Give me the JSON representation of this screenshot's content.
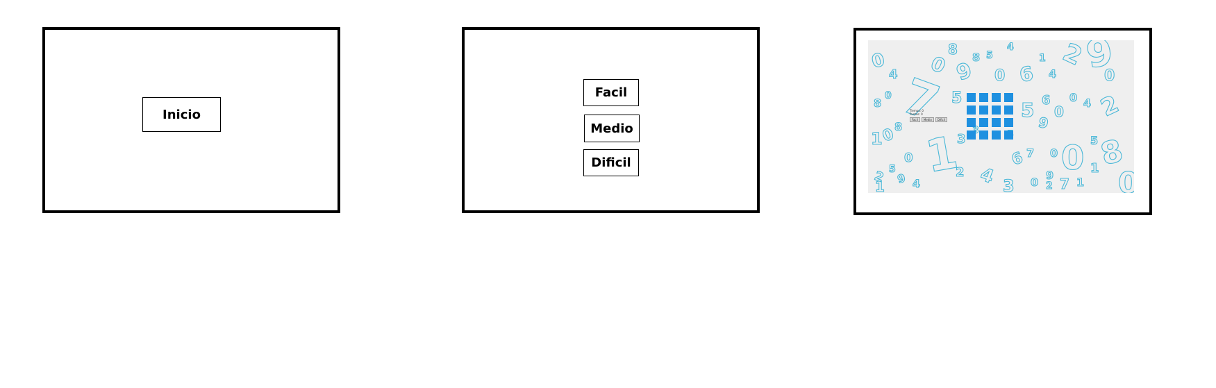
{
  "screens": {
    "start": {
      "inicio_label": "Inicio"
    },
    "level_select": {
      "facil_label": "Facil",
      "medio_label": "Medio",
      "dificil_label": "Dificil"
    },
    "game": {
      "panel_line1": "Tiempo: 0",
      "panel_line2": "Puntos: 0",
      "mini_buttons": [
        "Facil",
        "Medio",
        "Dificil"
      ],
      "grid_rows": 4,
      "grid_cols": 4,
      "cell_color": "#1e90e0",
      "background_number_color": "#4ab8d8"
    }
  }
}
